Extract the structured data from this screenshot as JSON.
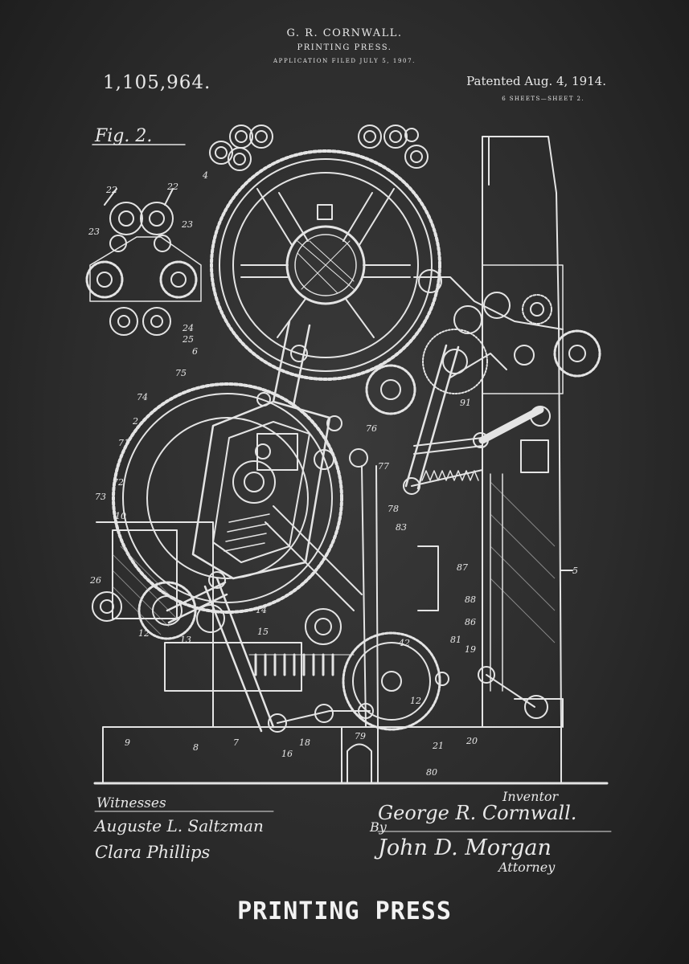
{
  "header": {
    "inventor_name": "G. R. CORNWALL.",
    "subject": "PRINTING PRESS.",
    "application_filed": "APPLICATION FILED JULY 5, 1907.",
    "patent_number": "1,105,964.",
    "patent_date": "Patented Aug. 4, 1914.",
    "sheet_info": "6 SHEETS—SHEET 2."
  },
  "figure": {
    "label": "Fig. 2.",
    "reference_numerals": [
      "22",
      "22",
      "23",
      "23",
      "4",
      "24",
      "25",
      "6",
      "75",
      "74",
      "2",
      "71",
      "72",
      "73",
      "10",
      "26",
      "12",
      "13",
      "14",
      "15",
      "9",
      "8",
      "7",
      "16",
      "18",
      "76",
      "77",
      "78",
      "83",
      "87",
      "88",
      "86",
      "81",
      "19",
      "42",
      "12",
      "21",
      "20",
      "80",
      "79",
      "91",
      "5"
    ]
  },
  "signatures": {
    "witnesses_label": "Witnesses",
    "witness_1": "Auguste L. Saltzman",
    "witness_2": "Clara Phillips",
    "inventor_label": "Inventor",
    "inventor_signature": "George R. Cornwall.",
    "by_label": "By",
    "attorney_signature": "John D. Morgan",
    "attorney_label": "Attorney"
  },
  "poster_title": "PRINTING PRESS",
  "colors": {
    "background": "#2c2c2c",
    "ink": "#e8e8e8"
  }
}
